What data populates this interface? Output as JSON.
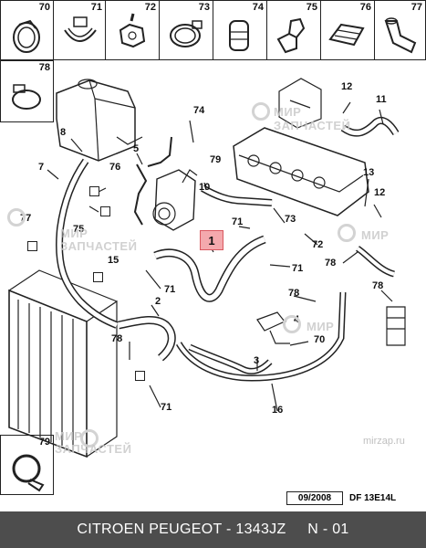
{
  "tiles_top": [
    {
      "label": "70",
      "icon": "spring-clamp-icon"
    },
    {
      "label": "71",
      "icon": "hose-clip-icon"
    },
    {
      "label": "72",
      "icon": "bolt-icon"
    },
    {
      "label": "73",
      "icon": "clamp-band-icon"
    },
    {
      "label": "74",
      "icon": "sleeve-icon"
    },
    {
      "label": "75",
      "icon": "quick-connector-icon"
    },
    {
      "label": "76",
      "icon": "tube-clip-icon"
    },
    {
      "label": "77",
      "icon": "elbow-connector-icon"
    }
  ],
  "tile_left": {
    "label": "78",
    "icon": "hose-clamp-icon"
  },
  "tile_bottom": {
    "label": "79",
    "icon": "band-clamp-icon"
  },
  "callouts": {
    "c1": "1",
    "c2": "2",
    "c3": "3",
    "c4": "4",
    "c5": "5",
    "c7": "7",
    "c8": "8",
    "c10": "10",
    "c11": "11",
    "c12a": "12",
    "c12b": "12",
    "c13": "13",
    "c15": "15",
    "c16": "16",
    "c70": "70",
    "c71a": "71",
    "c71b": "71",
    "c71c": "71",
    "c71d": "71",
    "c72": "72",
    "c73": "73",
    "c74": "74",
    "c75": "75",
    "c76": "76",
    "c77": "77",
    "c78a": "78",
    "c78b": "78",
    "c78c": "78",
    "c78d": "78",
    "c79": "79"
  },
  "watermark": {
    "line1": "МИР",
    "line2": "ЗАПЧАСТЕЙ",
    "site": "mirzap.ru"
  },
  "date_code": "09/2008",
  "ref_code": "DF 13E14L",
  "footer": "CITROEN PEUGEOT - 1343JZ     N - 01",
  "colors": {
    "highlight": "#f4a9ad",
    "footer_bg": "#4d4d4d",
    "watermark": "#c9c9c9"
  }
}
